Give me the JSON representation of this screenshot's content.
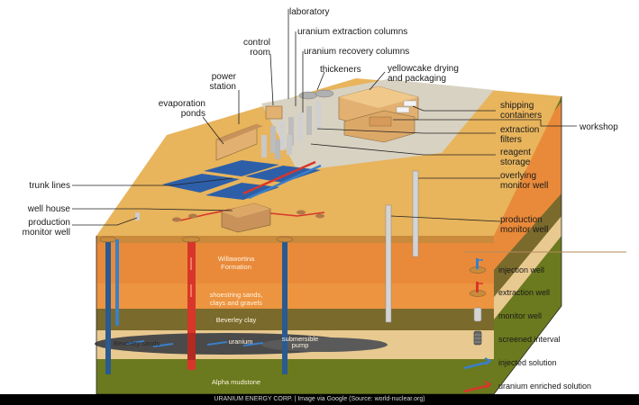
{
  "labels": {
    "laboratory": "laboratory",
    "uranium_extraction_columns": "uranium extraction columns",
    "uranium_recovery_columns": "uranium recovery columns",
    "control_room_1": "control",
    "control_room_2": "room",
    "thickeners": "thickeners",
    "yellowcake_1": "yellowcake drying",
    "yellowcake_2": "and packaging",
    "power_station_1": "power",
    "power_station_2": "station",
    "evaporation_ponds_1": "evaporation",
    "evaporation_ponds_2": "ponds",
    "shipping_containers_1": "shipping",
    "shipping_containers_2": "containers",
    "workshop": "workshop",
    "extraction_filters_1": "extraction",
    "extraction_filters_2": "filters",
    "reagent_storage_1": "reagent",
    "reagent_storage_2": "storage",
    "overlying_monitor_well_1": "overlying",
    "overlying_monitor_well_2": "monitor well",
    "trunk_lines": "trunk lines",
    "well_house": "well house",
    "production_monitor_well_left_1": "production",
    "production_monitor_well_left_2": "monitor well",
    "production_monitor_well_right_1": "production",
    "production_monitor_well_right_2": "monitor well"
  },
  "strata": {
    "willawortina_1": "Willawortina",
    "willawortina_2": "Formation",
    "shoestring_1": "shoestring sands,",
    "shoestring_2": "clays and gravels",
    "beverley_clay": "Beverley clay",
    "beverley_sands": "Beverley sands",
    "uranium": "uranium",
    "submersible_1": "submersible",
    "submersible_2": "pump",
    "alpha_mudstone": "Alpha mudstone"
  },
  "legend": {
    "injection_well": "injection well",
    "extraction_well": "extraction well",
    "monitor_well": "monitor well",
    "screened_interval": "screened interval",
    "injected_solution": "injected solution",
    "uranium_enriched_solution": "uranium enriched solution"
  },
  "colors": {
    "surface": "#e8b45c",
    "topsoil": "#c98a3c",
    "formation_orange": "#e98a3a",
    "formation_light": "#f0a24d",
    "clay_olive": "#7a6a2c",
    "sand": "#e8c990",
    "uranium_ore": "#4a4a4a",
    "mudstone": "#6b7a1e",
    "side_dark": "#556118",
    "pond_blue": "#2d5fa8",
    "injection_blue": "#3a7fc8",
    "extraction_red": "#d8362b"
  },
  "credit": "URANIUM ENERGY CORP. | Image via Google (Source: world-nuclear.org)"
}
